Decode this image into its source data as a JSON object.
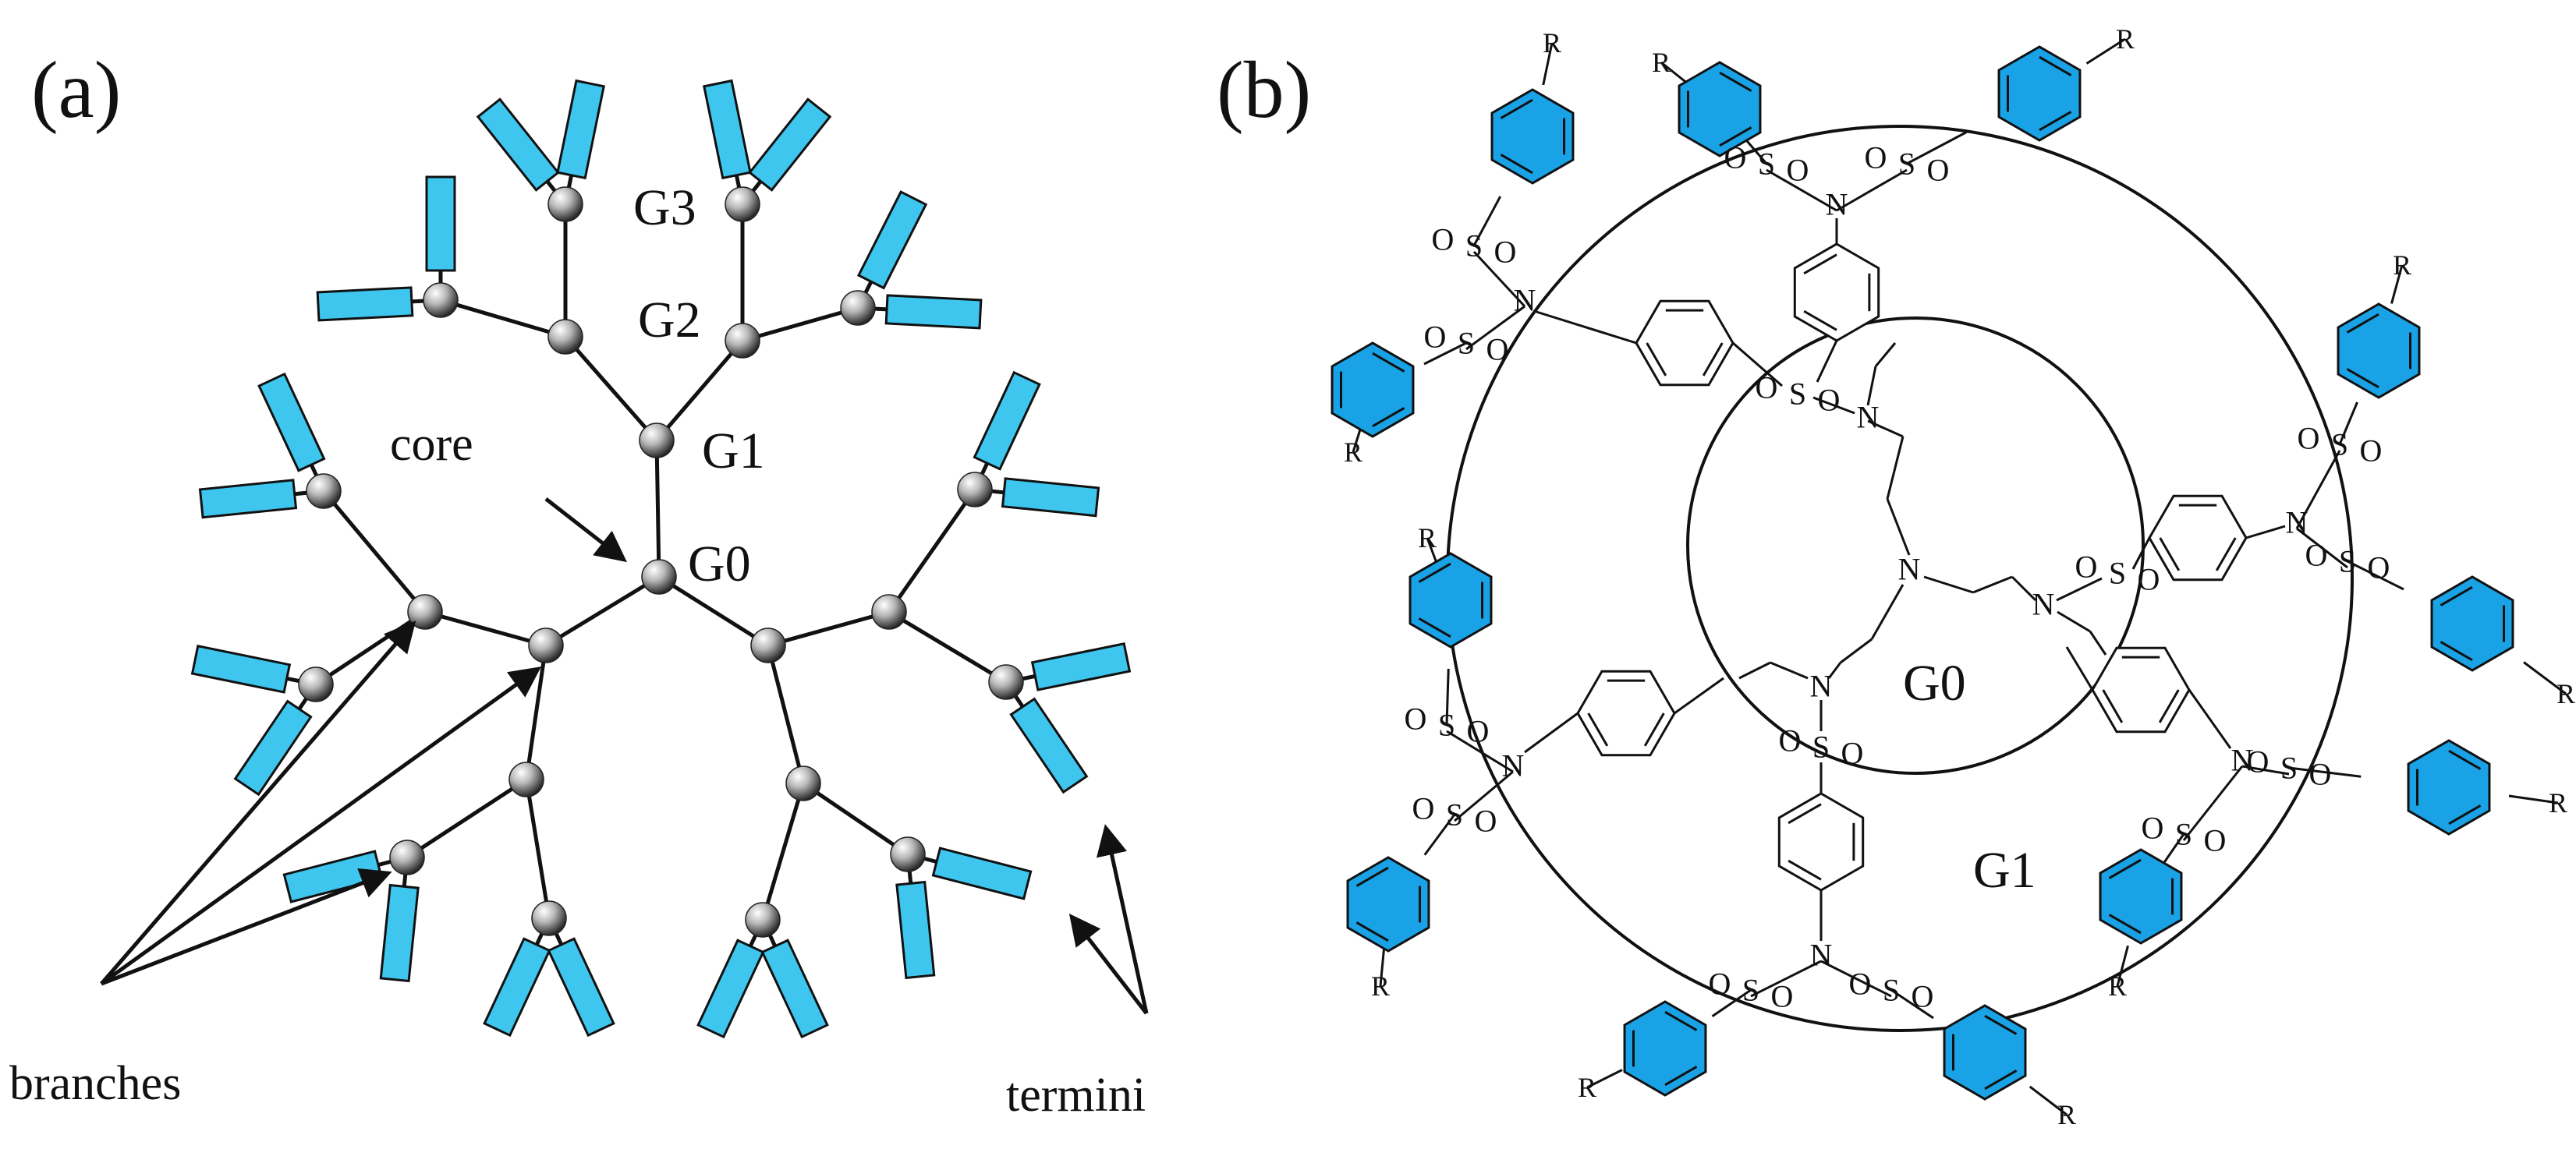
{
  "panel_a": {
    "label": "(a)",
    "generations": {
      "g0": "G0",
      "g1": "G1",
      "g2": "G2",
      "g3": "G3"
    },
    "core_label": "core",
    "branches_label": "branches",
    "termini_label": "termini"
  },
  "panel_b": {
    "label": "(b)",
    "inner_shell": "G0",
    "outer_shell": "G1",
    "atoms": {
      "nitrogen": "N",
      "sulfur": "S",
      "oxygen": "O",
      "substituent": "R"
    }
  },
  "colors": {
    "terminus_fill": "#3ec6ee",
    "ring_fill": "#1aa2e6",
    "line": "#111111"
  }
}
